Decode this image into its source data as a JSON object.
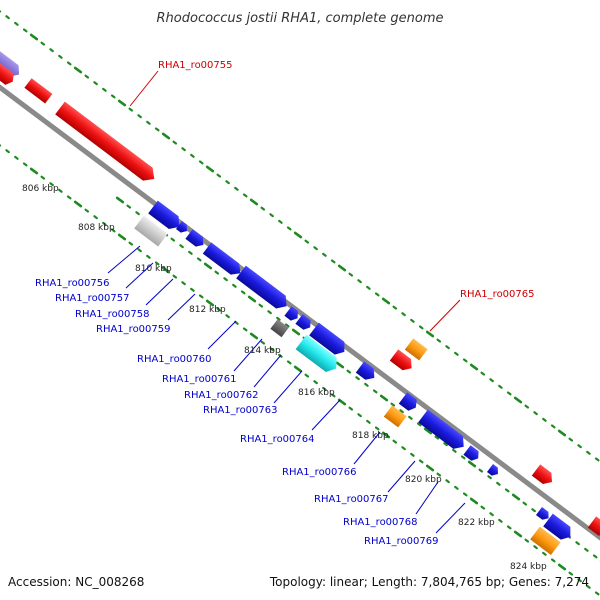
{
  "title": "Rhodococcus jostii RHA1, complete genome",
  "accession": "Accession: NC_008268",
  "summary": "Topology: linear; Length: 7,804,765 bp; Genes: 7,274",
  "colors": {
    "backbone": "#8a8a8a",
    "ticks": "#1f8a1f",
    "label_blue": "#0000cc",
    "label_red": "#cc0000",
    "gene_red": "#ee1111",
    "gene_blue": "#1a1add",
    "gene_orange": "#ff9a10",
    "gene_cyan": "#22e8ec",
    "gene_gray": "#666666",
    "gene_lightgray": "#c8c8c8",
    "gene_lavender": "#8877dd"
  },
  "scale": {
    "unit": "kbp",
    "ticks": [
      "806 kbp",
      "808 kbp",
      "810 kbp",
      "812 kbp",
      "814 kbp",
      "816 kbp",
      "818 kbp",
      "820 kbp",
      "822 kbp",
      "824 kbp"
    ]
  },
  "genes": [
    {
      "name": "RHA1_ro00755",
      "color": "red",
      "labeled": true
    },
    {
      "name": "RHA1_ro00756",
      "color": "lightgray",
      "labeled": true
    },
    {
      "name": "RHA1_ro00757",
      "color": "blue",
      "labeled": true
    },
    {
      "name": "RHA1_ro00758",
      "color": "blue",
      "labeled": true
    },
    {
      "name": "RHA1_ro00759",
      "color": "blue",
      "labeled": true
    },
    {
      "name": "RHA1_ro00760",
      "color": "blue",
      "labeled": true
    },
    {
      "name": "RHA1_ro00761",
      "color": "gray",
      "labeled": true
    },
    {
      "name": "RHA1_ro00762",
      "color": "blue",
      "labeled": true
    },
    {
      "name": "RHA1_ro00763",
      "color": "cyan",
      "labeled": true
    },
    {
      "name": "RHA1_ro00764",
      "color": "blue",
      "labeled": true
    },
    {
      "name": "RHA1_ro00765",
      "color": "red",
      "labeled": true
    },
    {
      "name": "RHA1_ro00766",
      "color": "orange",
      "labeled": true
    },
    {
      "name": "RHA1_ro00767",
      "color": "blue",
      "labeled": true
    },
    {
      "name": "RHA1_ro00768",
      "color": "blue",
      "labeled": true
    },
    {
      "name": "RHA1_ro00769",
      "color": "blue",
      "labeled": true
    }
  ]
}
